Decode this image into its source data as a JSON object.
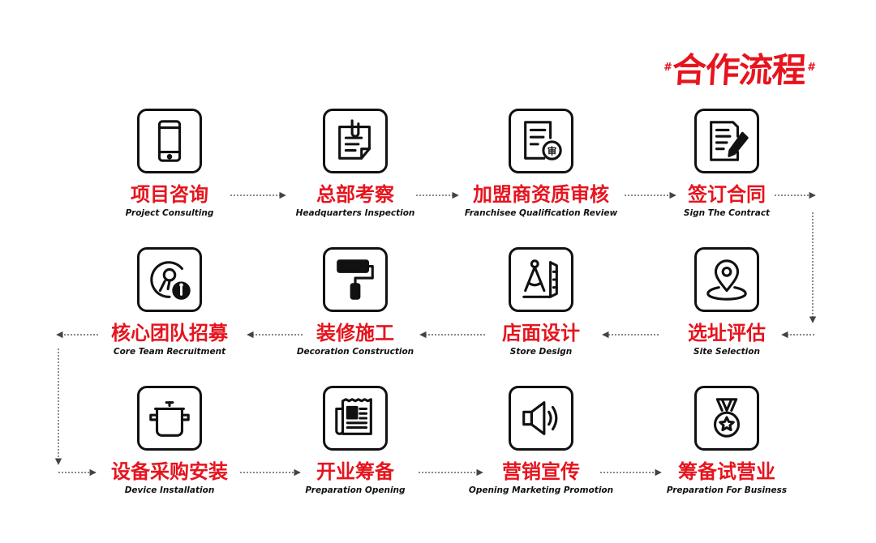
{
  "title": {
    "hash_left": "#",
    "text": "合作流程",
    "hash_right": "#"
  },
  "steps": [
    {
      "cn": "项目咨询",
      "en": "Project Consulting",
      "icon": "smartphone-icon"
    },
    {
      "cn": "总部考察",
      "en": "Headquarters Inspection",
      "icon": "clipboard-note-icon"
    },
    {
      "cn": "加盟商资质审核",
      "en": "Franchisee Qualification Review",
      "icon": "document-review-icon"
    },
    {
      "cn": "签订合同",
      "en": "Sign The Contract",
      "icon": "contract-pen-icon"
    },
    {
      "cn": "核心团队招募",
      "en": "Core Team Recruitment",
      "icon": "recruit-person-icon"
    },
    {
      "cn": "装修施工",
      "en": "Decoration Construction",
      "icon": "paint-roller-icon"
    },
    {
      "cn": "店面设计",
      "en": "Store Design",
      "icon": "compass-ruler-icon"
    },
    {
      "cn": "选址评估",
      "en": "Site Selection",
      "icon": "location-pin-icon"
    },
    {
      "cn": "设备采购安装",
      "en": "Device Installation",
      "icon": "cooking-pot-icon"
    },
    {
      "cn": "开业筹备",
      "en": "Preparation  Opening",
      "icon": "newspaper-icon"
    },
    {
      "cn": "营销宣传",
      "en": "Opening Marketing Promotion",
      "icon": "speaker-icon"
    },
    {
      "cn": "筹备试营业",
      "en": "Preparation For Business",
      "icon": "medal-star-icon"
    }
  ],
  "colors": {
    "accent_red": "#e6141e",
    "ink": "#111111",
    "arrow_gray": "#444444"
  }
}
